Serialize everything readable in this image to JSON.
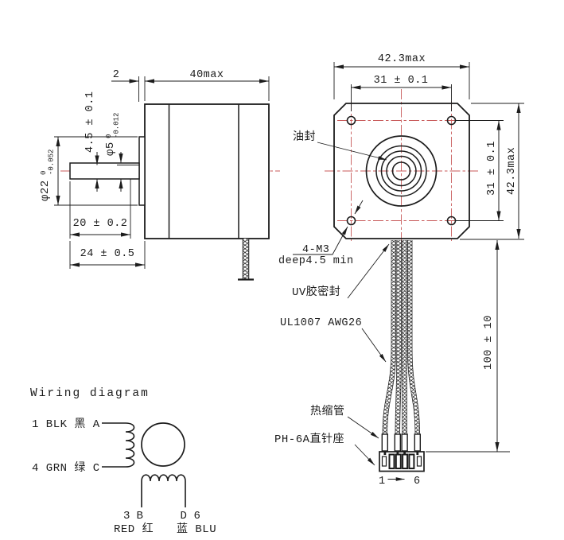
{
  "colors": {
    "ink": "#1c1c1c",
    "centerline": "#c85a5a",
    "paper": "#ffffff"
  },
  "side_view": {
    "dim_boss_thickness": "2",
    "dim_body_length": "40max",
    "dim_flat": "4.5 ± 0.1",
    "shaft_dia": {
      "base": "φ5",
      "tol_upper": "0",
      "tol_lower": "-0.012"
    },
    "pilot_dia": {
      "base": "φ22",
      "tol_upper": "0",
      "tol_lower": "-0.052"
    },
    "dim_shaft_length": "20 ± 0.2",
    "dim_front_length": "24 ± 0.5"
  },
  "front_view": {
    "dim_width": "42.3max",
    "dim_hole_spacing_h": "31 ± 0.1",
    "dim_hole_spacing_v": "31 ± 0.1",
    "dim_height": "42.3max",
    "oil_seal_label": "油封",
    "mounting_label_line1": "4-M3",
    "mounting_label_line2": "deep4.5 min"
  },
  "cable": {
    "uv_seal_label": "UV胶密封",
    "wire_spec_label": "UL1007 AWG26",
    "dim_cable_length": "100 ± 10",
    "heat_shrink_label": "热缩管",
    "connector_label": "PH-6A直针座",
    "pin_first": "1",
    "pin_last": "6"
  },
  "wiring_diagram": {
    "title": "Wiring diagram",
    "phase_a_label": "1 BLK 黑 A",
    "phase_c_label": "4 GRN 绿 C",
    "pin3": "3",
    "terminal_b": "B",
    "terminal_d": "D",
    "pin6": "6",
    "red_label": "RED 红",
    "blue_label": "蓝 BLU"
  }
}
